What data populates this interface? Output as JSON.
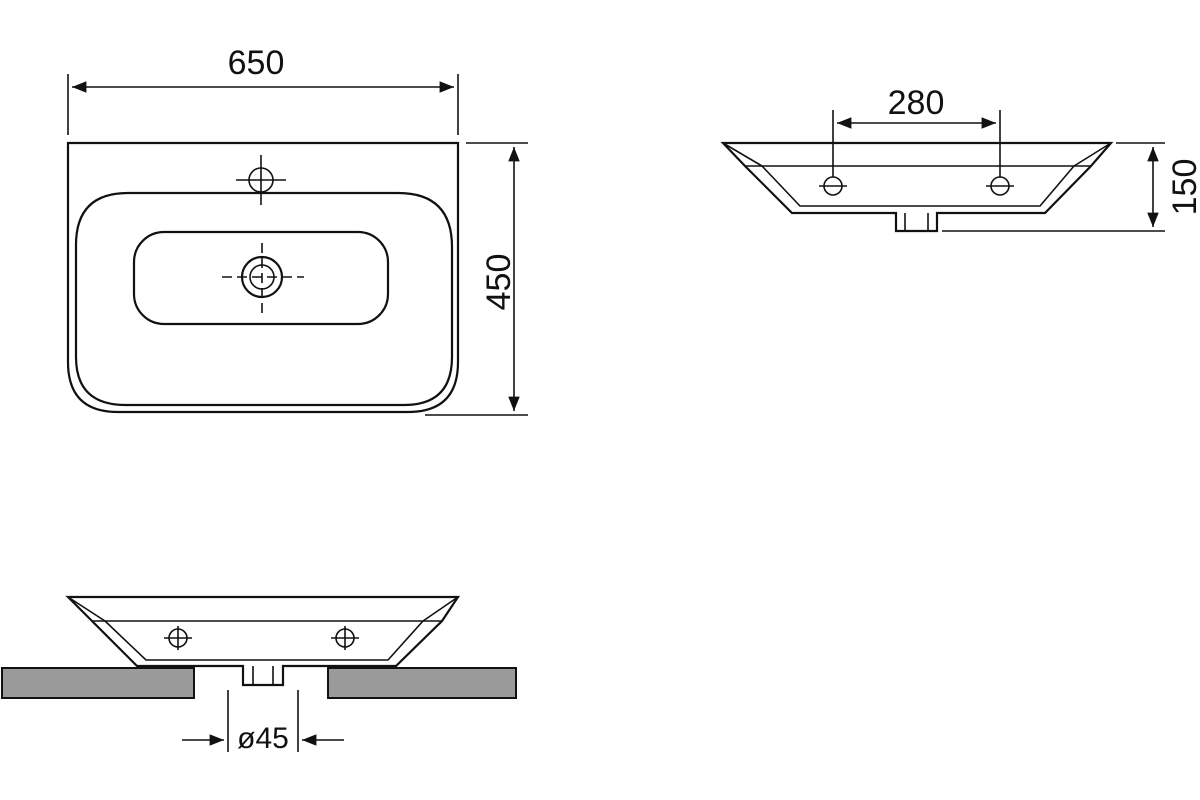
{
  "dimensions": {
    "width": "650",
    "depth": "450",
    "tap_hole_spacing": "280",
    "height": "150",
    "drain_diameter": "ø45"
  },
  "views": [
    "top-view",
    "front-view",
    "side-view-installed"
  ]
}
